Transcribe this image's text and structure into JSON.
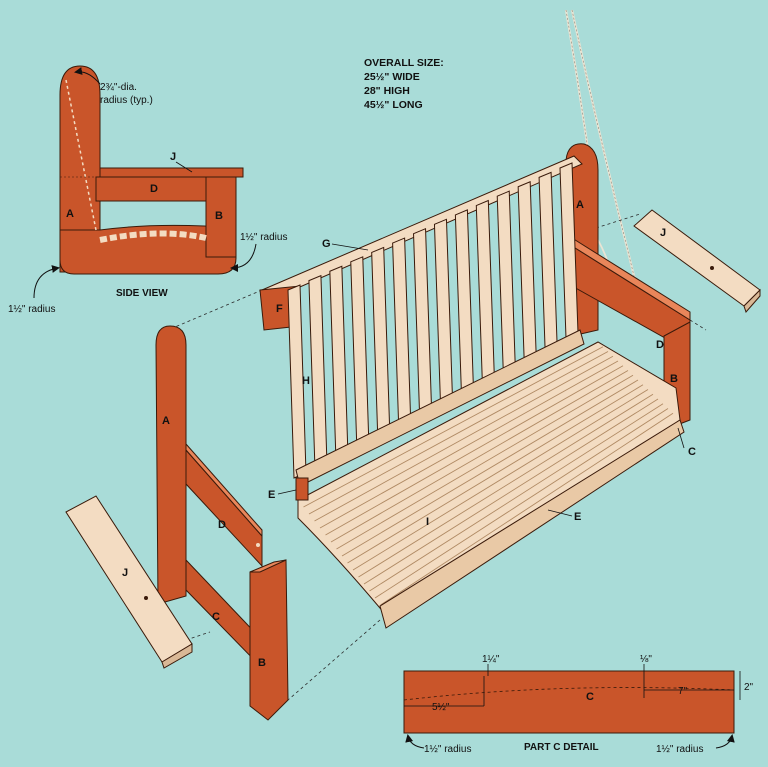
{
  "overall": {
    "heading": "OVERALL SIZE:",
    "wide": "25½\" WIDE",
    "high": "28\" HIGH",
    "long": "45½\" LONG"
  },
  "side_view": {
    "caption": "SIDE VIEW",
    "top_note_1": "2¾\"-dia.",
    "top_note_2": "radius (typ.)",
    "radius_right": "1½\" radius",
    "radius_left": "1½\" radius"
  },
  "part_c_detail": {
    "caption": "PART C DETAIL",
    "dim_1": "1¼\"",
    "dim_2": "⅛\"",
    "dim_3": "5½\"",
    "dim_4": "7\"",
    "dim_5": "2\"",
    "radius_left": "1½\" radius",
    "radius_right": "1½\" radius"
  },
  "part_labels": {
    "A": "A",
    "B": "B",
    "C": "C",
    "D": "D",
    "E": "E",
    "F": "F",
    "G": "G",
    "H": "H",
    "I": "I",
    "J": "J"
  },
  "colors": {
    "background": "#a9dcd8",
    "wood_red": "#c9552a",
    "wood_light": "#f3dcc2",
    "outline": "#3a1a0a"
  }
}
